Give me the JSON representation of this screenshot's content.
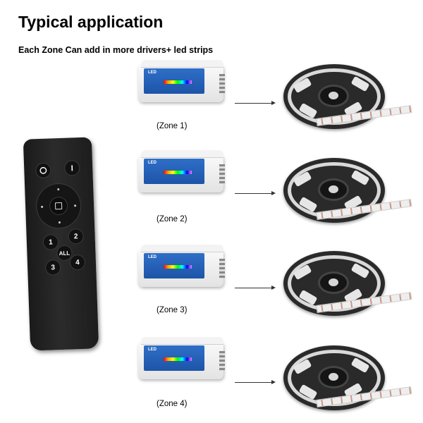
{
  "title": "Typical application",
  "subtitle": "Each Zone Can add in more drivers+ led strips",
  "remote": {
    "buttons": [
      "1",
      "2",
      "ALL",
      "3",
      "4"
    ]
  },
  "zones": [
    {
      "label": "(Zone 1)"
    },
    {
      "label": "(Zone 2)"
    },
    {
      "label": "(Zone 3)"
    },
    {
      "label": "(Zone 4)"
    }
  ],
  "icons": {
    "power_off": "power-off-icon",
    "power_on": "power-on-icon",
    "center": "square-icon"
  }
}
